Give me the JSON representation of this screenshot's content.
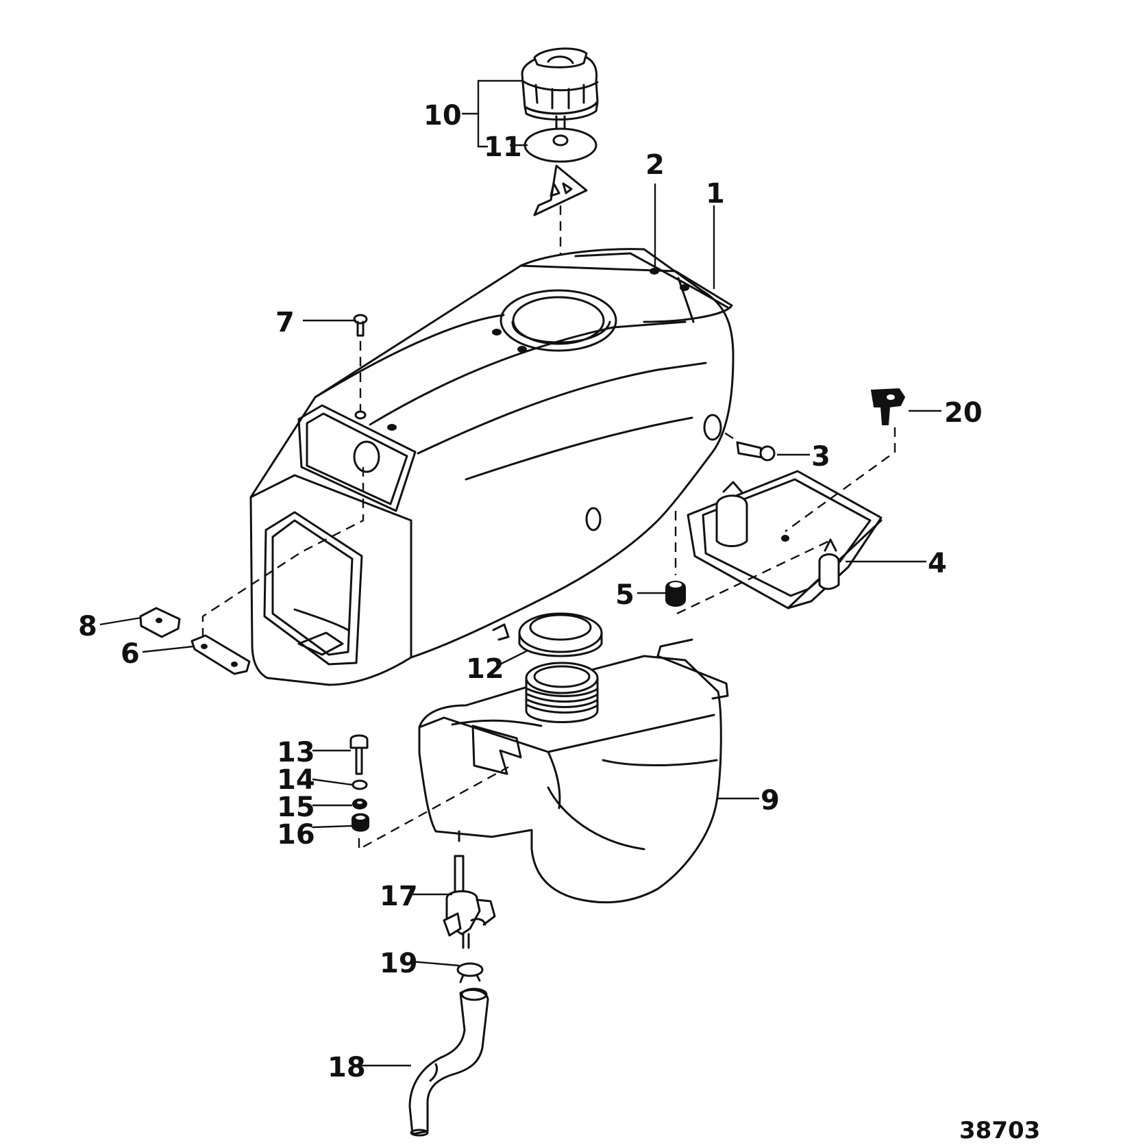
{
  "diagram": {
    "document_number": "38703",
    "callouts": {
      "c1": "1",
      "c2": "2",
      "c3": "3",
      "c4": "4",
      "c5": "5",
      "c6": "6",
      "c7": "7",
      "c8": "8",
      "c9": "9",
      "c10": "10",
      "c11": "11",
      "c12": "12",
      "c13": "13",
      "c14": "14",
      "c15": "15",
      "c16": "16",
      "c17": "17",
      "c18": "18",
      "c19": "19",
      "c20": "20"
    }
  }
}
